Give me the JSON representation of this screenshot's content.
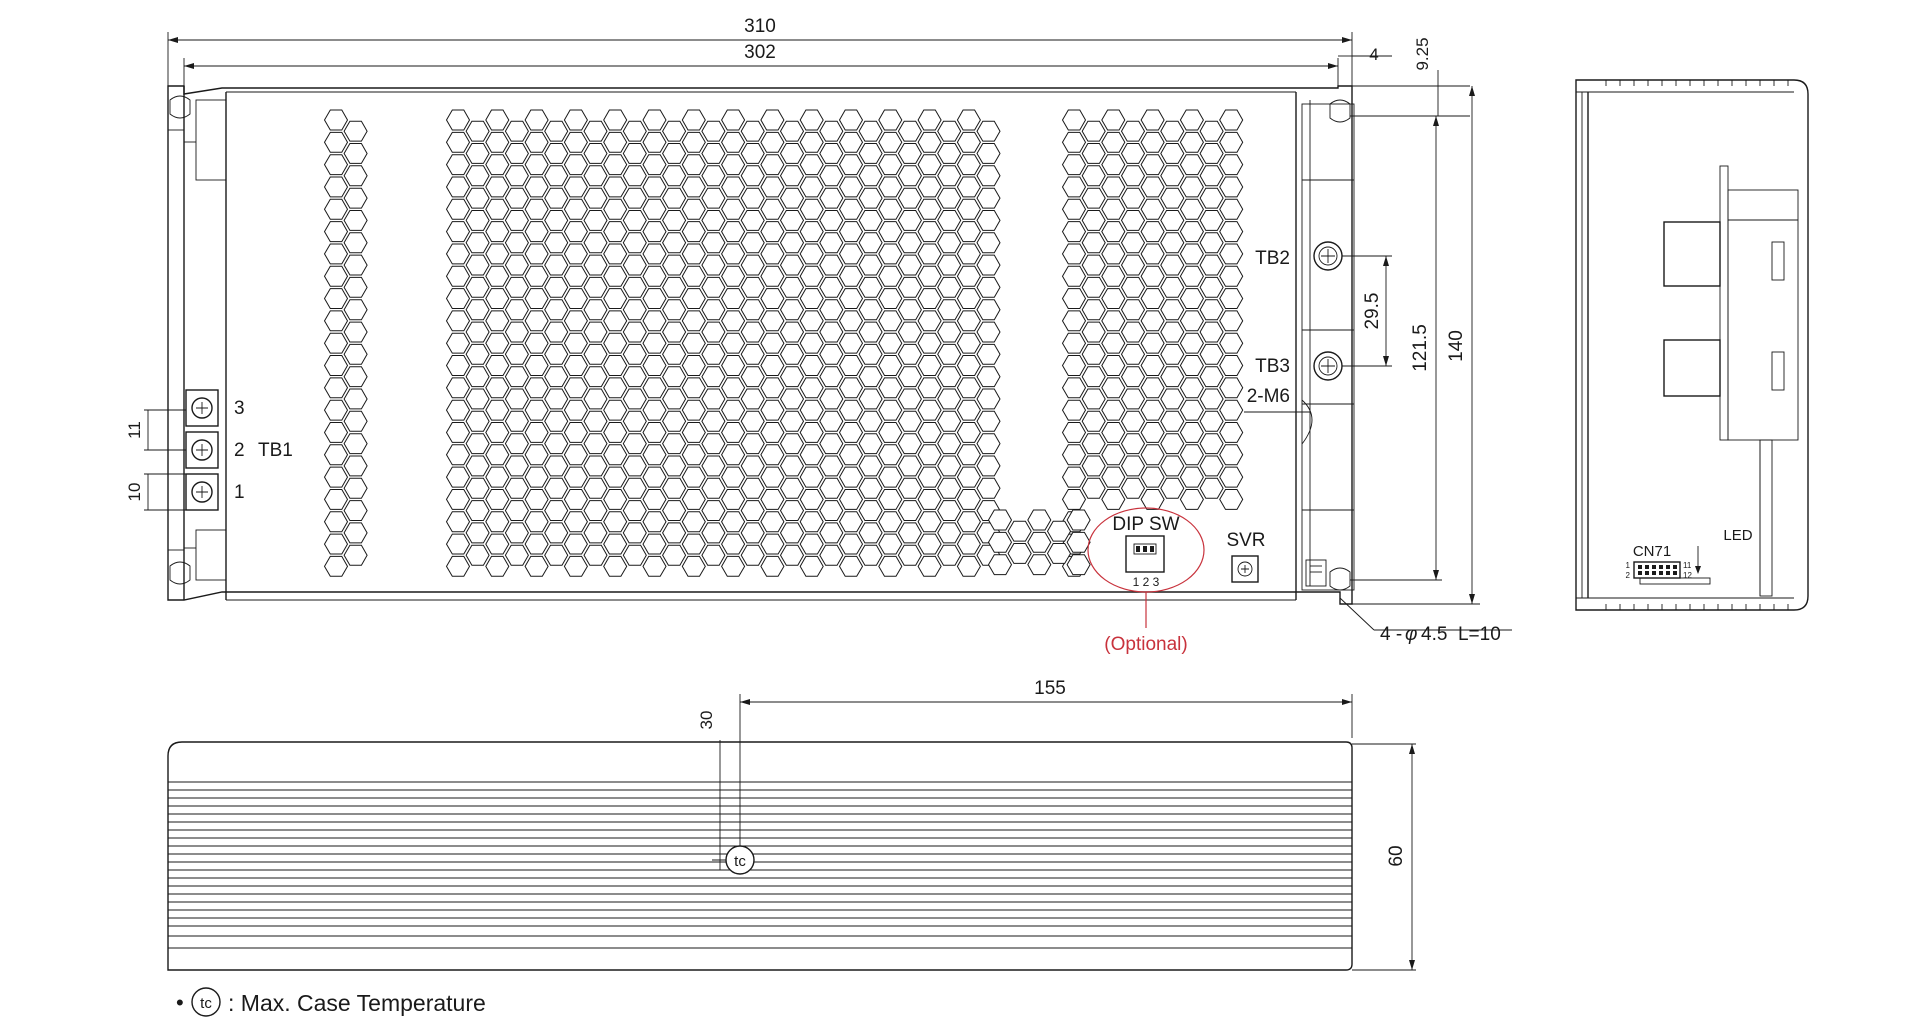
{
  "dimensions": {
    "overall_width": "310",
    "inner_width": "302",
    "edge_offset": "4",
    "top_offset": "9.25",
    "tb_spacing": "29.5",
    "inner_height": "121.5",
    "overall_height": "140",
    "tb1_pitch_upper": "11",
    "tb1_pitch_lower": "10",
    "tc_position": "155",
    "tc_offset": "30",
    "side_height": "60"
  },
  "labels": {
    "tb1": "TB1",
    "tb1_pins": [
      "3",
      "2",
      "1"
    ],
    "tb2": "TB2",
    "tb3": "TB3",
    "screw": "2-M6",
    "dip_switch": "DIP SW",
    "dip_pins": "1 2 3",
    "svr": "SVR",
    "optional": "(Optional)",
    "mount_holes_prefix": "4 -",
    "mount_holes_phi": "φ",
    "mount_holes_suffix": "4.5  L=10",
    "led": "LED",
    "cn71": "CN71",
    "cn71_pins": [
      "1",
      "2",
      "11",
      "12"
    ],
    "tc_symbol": "tc"
  },
  "legend": {
    "bullet": "•",
    "symbol": "tc",
    "text": ": Max. Case Temperature"
  },
  "colors": {
    "line": "#1a1a1a",
    "highlight": "#c8323c",
    "background": "#ffffff"
  }
}
